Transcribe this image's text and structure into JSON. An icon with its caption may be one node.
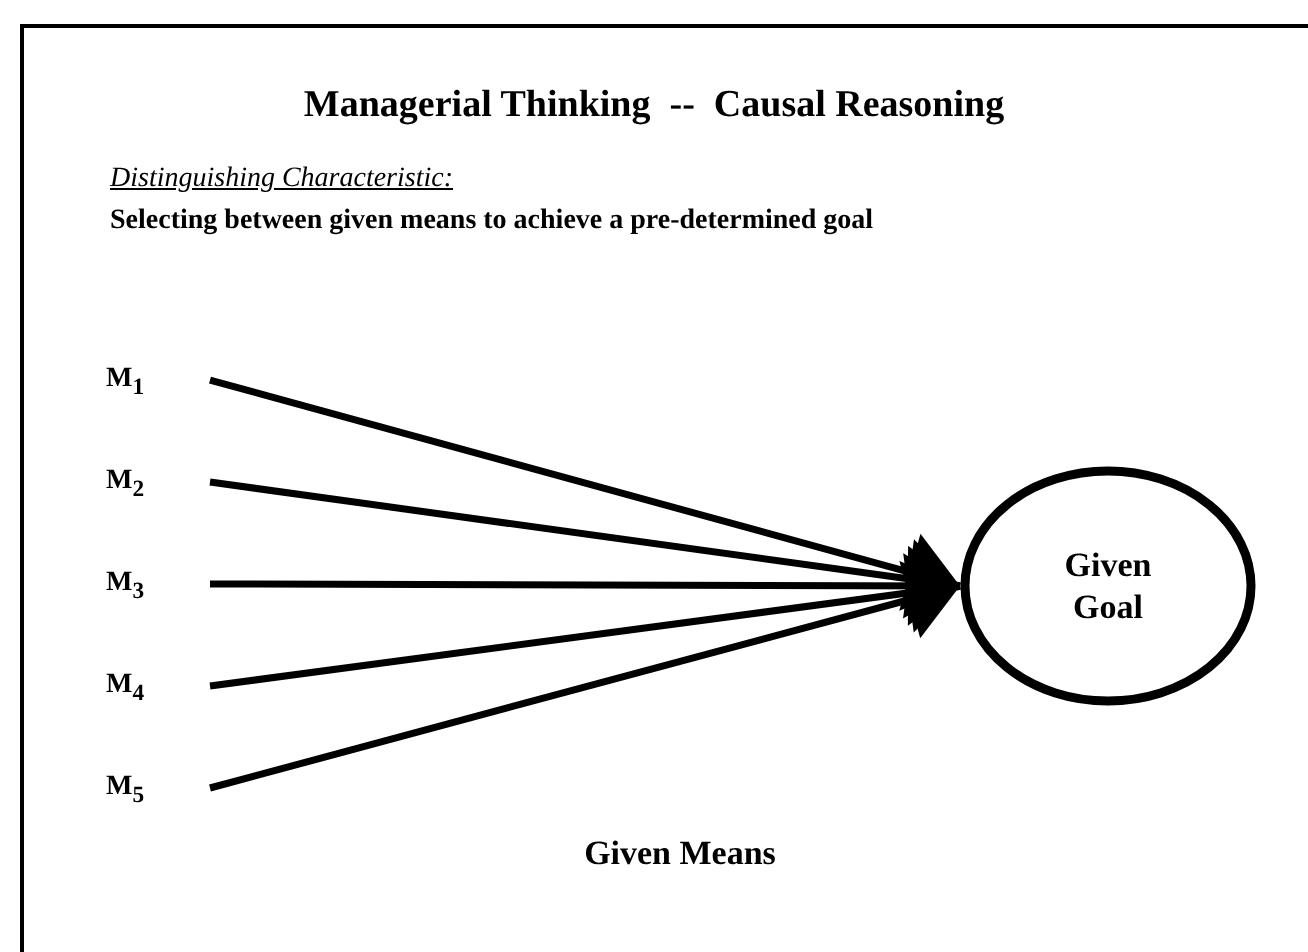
{
  "diagram": {
    "title": "Managerial Thinking  --  Causal Reasoning",
    "nodes": [
      {
        "text": [
          "M$_{1}$"
        ]
      },
      {
        "text": [
          "M$_{2}$"
        ]
      },
      {
        "text": [
          "M$_{3}$"
        ]
      },
      {
        "text": [
          "M$_{4}$"
        ]
      },
      {
        "text": [
          "M$_{5}$"
        ]
      },
      {
        "text": [
          "Given Goal"
        ]
      }
    ],
    "edges": [
      {
        "from": 0,
        "to": 5,
        "arrow": "to"
      },
      {
        "from": 1,
        "to": 5,
        "arrow": "to"
      },
      {
        "from": 2,
        "to": 5,
        "arrow": "to"
      },
      {
        "from": 3,
        "to": 5,
        "arrow": "to"
      },
      {
        "from": 4,
        "to": 5,
        "arrow": "to"
      }
    ],
    "labels": [
      "Distinguishing Characteristic:",
      "Selecting between given means to achieve a pre-determined goal",
      "Given Means"
    ]
  }
}
